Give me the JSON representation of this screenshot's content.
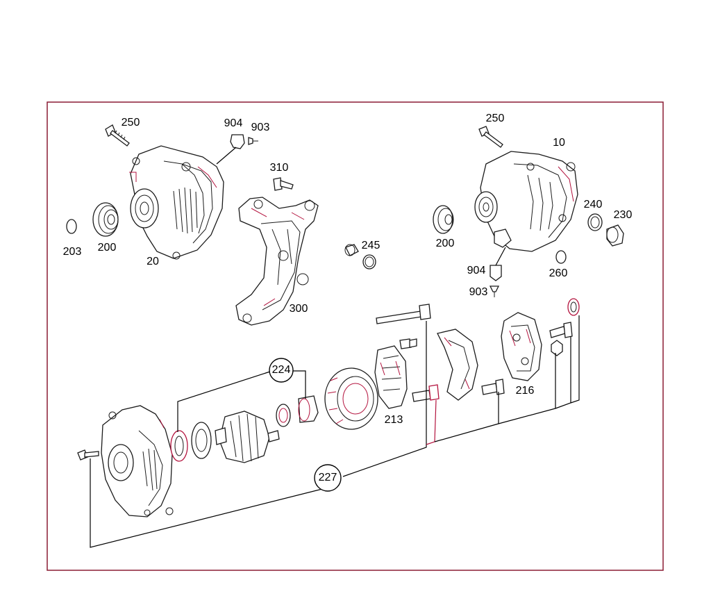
{
  "labels": {
    "p250_left": "250",
    "p904_top": "904",
    "p903_top": "903",
    "p310": "310",
    "p203": "203",
    "p200_left": "200",
    "p20": "20",
    "p245": "245",
    "p300": "300",
    "p250_right": "250",
    "p10": "10",
    "p240": "240",
    "p230": "230",
    "p200_right": "200",
    "p904_right": "904",
    "p903_right": "903",
    "p260": "260",
    "p224": "224",
    "p213": "213",
    "p216": "216",
    "p227": "227"
  },
  "colors": {
    "frame": "#8a1c33",
    "accent_red": "#b3123d",
    "line": "#1a1a1a"
  }
}
